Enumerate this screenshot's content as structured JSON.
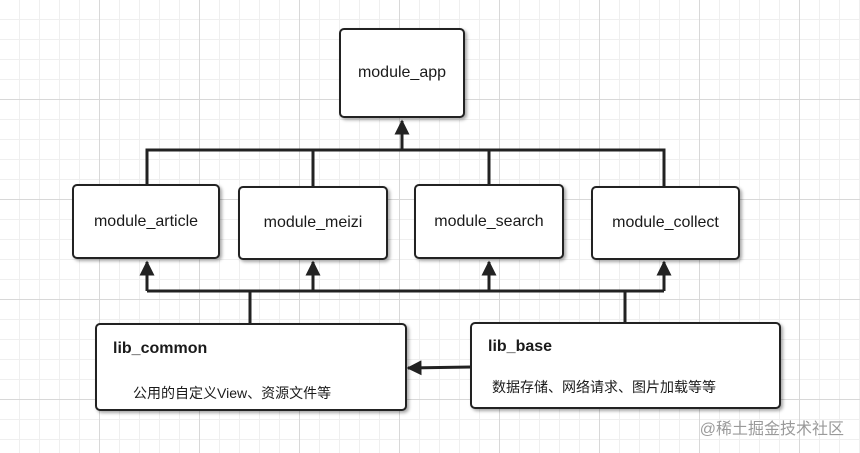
{
  "modules": {
    "app": "module_app",
    "article": "module_article",
    "meizi": "module_meizi",
    "search": "module_search",
    "collect": "module_collect"
  },
  "lib_common": {
    "title": "lib_common",
    "desc": "公用的自定义View、资源文件等"
  },
  "lib_base": {
    "title": "lib_base",
    "desc": "数据存储、网络请求、图片加载等等"
  },
  "watermark": "@稀土掘金技术社区",
  "colors": {
    "line": "#222222",
    "grid": "#d8d8d8",
    "box_border": "#222222"
  }
}
